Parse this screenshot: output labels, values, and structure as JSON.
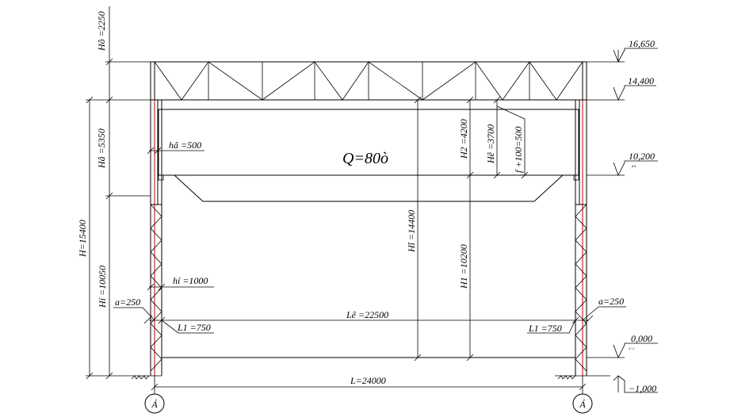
{
  "load_label": "Q=80ò",
  "dims": {
    "Ho": "Hô  =2250",
    "Hv": "Hâ =5350",
    "Hn": "Hí  =10050",
    "H": "H=15400",
    "hv": "hâ =500",
    "hn": "hí   =1000",
    "a_left": "a=250",
    "a_right": "a=250",
    "L1_left": "L1 =750",
    "L1_right": "L1 =750",
    "Lk": "Lê =22500",
    "L": "L=24000",
    "H0": "Hî  =14400",
    "H1": "H1 =10200",
    "H2": "H2 =4200",
    "Hk": "Hê =3700",
    "f100": "f +100=500"
  },
  "elevations": {
    "e1": "16,650",
    "e2": "14,400",
    "e3": "10,200",
    "e4": "0,000",
    "e5": "−1,000",
    "e3_note": "ã.ð.",
    "e4_note": "ó.÷.ï."
  },
  "axes": {
    "left": "Á",
    "right": "Á"
  }
}
